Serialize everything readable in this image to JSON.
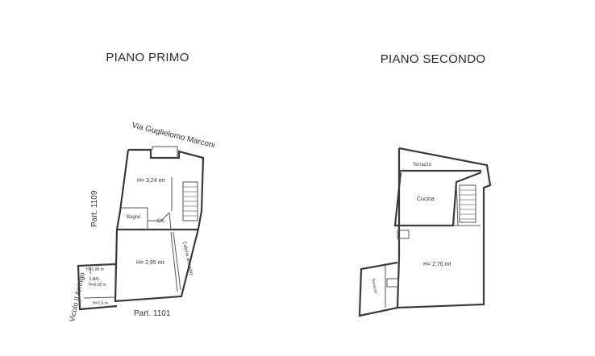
{
  "floors": {
    "first": {
      "title": "PIANO PRIMO",
      "street_label": "Via Guglielomo Marconi",
      "parcel_side": "Part. 1109",
      "parcel_bottom": "Part. 1101",
      "alley_label": "Vicolo Il Arringo",
      "rooms": {
        "main_height": "H= 3,24 mt",
        "bathroom": "Bagno",
        "closet": "Cls.",
        "lower_height": "H= 2,95 mt",
        "cabin": "Cabina armadio",
        "laundry": "Lav.",
        "laundry_height": "H=2,00 m",
        "laundry_top_height": "H=1,90 m",
        "laundry_bottom_height": "H=1,6 m"
      }
    },
    "second": {
      "title": "PIANO SECONDO",
      "rooms": {
        "terrace": "Terrazzo",
        "kitchen": "Cucina",
        "main_height": "H= 2,76 mt",
        "small_room": "Terrazzo"
      }
    }
  }
}
